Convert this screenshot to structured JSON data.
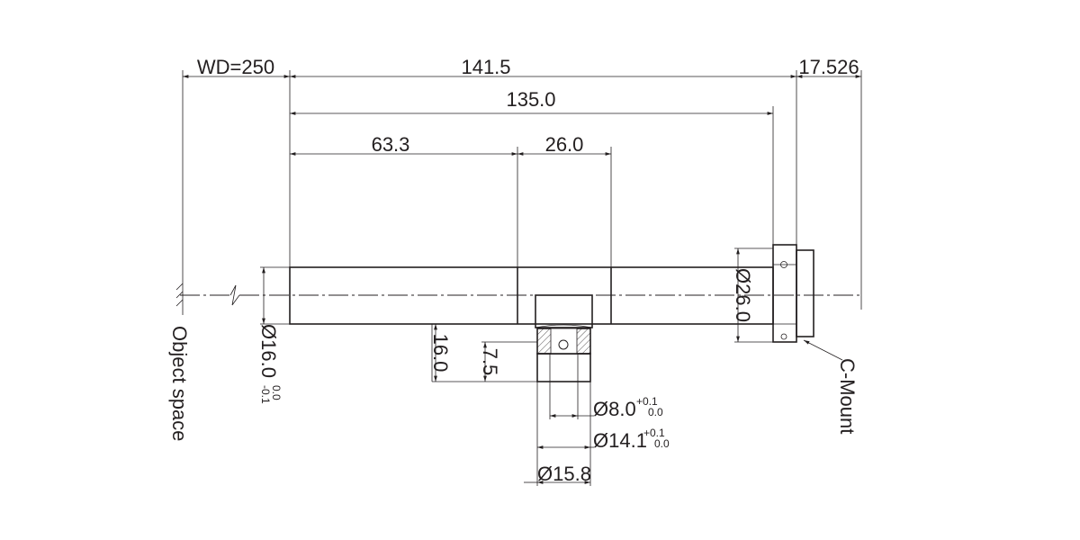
{
  "drawing": {
    "working_distance": "WD=250",
    "overall_length": "141.5",
    "body_length": "135.0",
    "front_section": "63.3",
    "port_width": "26.0",
    "rear_offset": "17.526",
    "body_diameter": "Ø26.0",
    "front_diameter": "Ø16.0",
    "front_diameter_tol_upper": "0.0",
    "front_diameter_tol_lower": "-0.1",
    "port_height": "16.0",
    "port_depth": "7.5",
    "port_inner_diameter": "Ø8.0",
    "port_inner_tol_upper": "+0.1",
    "port_inner_tol_lower": "0.0",
    "port_bore_diameter": "Ø14.1",
    "port_bore_tol_upper": "+0.1",
    "port_bore_tol_lower": "0.0",
    "port_outer_diameter": "Ø15.8",
    "object_space_label": "Object space",
    "mount_label": "C-Mount"
  }
}
